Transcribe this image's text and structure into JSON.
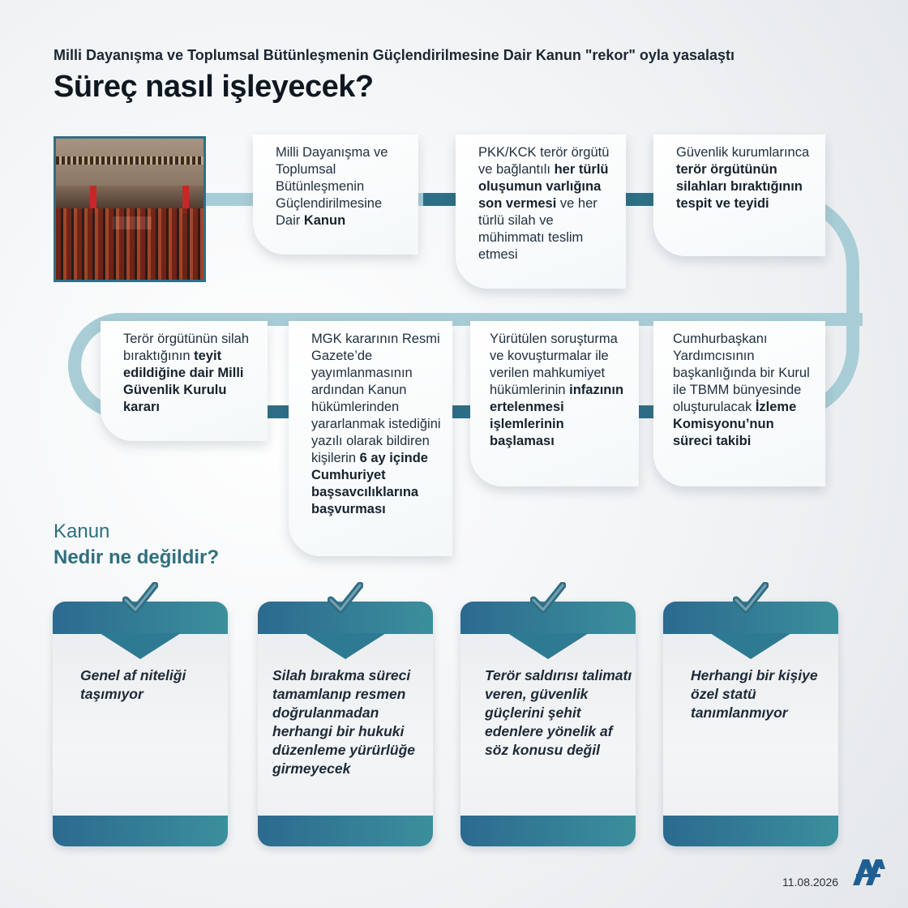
{
  "header": {
    "subtitle": "Milli Dayanışma ve Toplumsal Bütünleşmenin Güçlendirilmesine Dair Kanun \"rekor\" oyla yasalaştı",
    "title": "Süreç nasıl işleyecek?"
  },
  "photo": {
    "alt": "TBMM Genel Kurul salonu",
    "icon": "parliament-photo"
  },
  "steps": [
    {
      "parts": [
        {
          "t": "Milli Dayanışma ve Toplumsal Bütünleşmenin Güçlendirilmesine Dair ",
          "b": false
        },
        {
          "t": "Kanun",
          "b": true
        }
      ]
    },
    {
      "parts": [
        {
          "t": "PKK/KCK terör örgütü ve bağlantılı ",
          "b": false
        },
        {
          "t": "her türlü oluşumun varlığına son vermesi",
          "b": true
        },
        {
          "t": " ve her türlü silah ve mühimmatı teslim etmesi",
          "b": false
        }
      ]
    },
    {
      "parts": [
        {
          "t": "Güvenlik kurumlarınca ",
          "b": false
        },
        {
          "t": "terör örgütünün silahları bıraktığının tespit ve teyidi",
          "b": true
        }
      ]
    },
    {
      "parts": [
        {
          "t": "Terör örgütünün silah bıraktığının ",
          "b": false
        },
        {
          "t": "teyit edildiğine dair Milli Güvenlik Kurulu kararı",
          "b": true
        }
      ]
    },
    {
      "parts": [
        {
          "t": "MGK kararının Resmi Gazete’de yayımlanmasının ardından Kanun hükümlerinden yararlanmak istediğini yazılı olarak bildiren kişilerin ",
          "b": false
        },
        {
          "t": "6 ay içinde Cumhuriyet başsavcılıklarına başvurması",
          "b": true
        }
      ]
    },
    {
      "parts": [
        {
          "t": "Yürütülen soruşturma ve kovuşturmalar ile verilen mahkumiyet hükümlerinin ",
          "b": false
        },
        {
          "t": "infazının ertelenmesi işlemlerinin başlaması",
          "b": true
        }
      ]
    },
    {
      "parts": [
        {
          "t": "Cumhurbaşkanı Yardımcısının başkanlığında bir Kurul ile TBMM bünyesinde oluşturulacak ",
          "b": false
        },
        {
          "t": "İzleme Komisyonu’nun süreci takibi",
          "b": true
        }
      ]
    }
  ],
  "section": {
    "line1": "Kanun",
    "line2": "Nedir ne değildir?"
  },
  "facts": [
    {
      "text": "Genel af niteliği taşımıyor",
      "icon": "checkmark-icon"
    },
    {
      "text": "Silah bırakma süreci tamamlanıp resmen doğrulanmadan herhangi bir hukuki düzenleme yürürlüğe girmeyecek",
      "icon": "checkmark-icon"
    },
    {
      "text": "Terör saldırısı talimatı veren, güvenlik güçlerini şehit edenlere yönelik af söz konusu değil",
      "icon": "checkmark-icon"
    },
    {
      "text": "Herhangi bir kişiye özel statü tanımlanmıyor",
      "icon": "checkmark-icon"
    }
  ],
  "footer": {
    "date": "11.08.2026",
    "logo": "AA"
  },
  "colors": {
    "accent": "#2f6f86",
    "pipe": "#a9cdd6",
    "band_start": "#2c6a8f",
    "band_end": "#3b8f9c",
    "section": "#2f6f7e"
  }
}
